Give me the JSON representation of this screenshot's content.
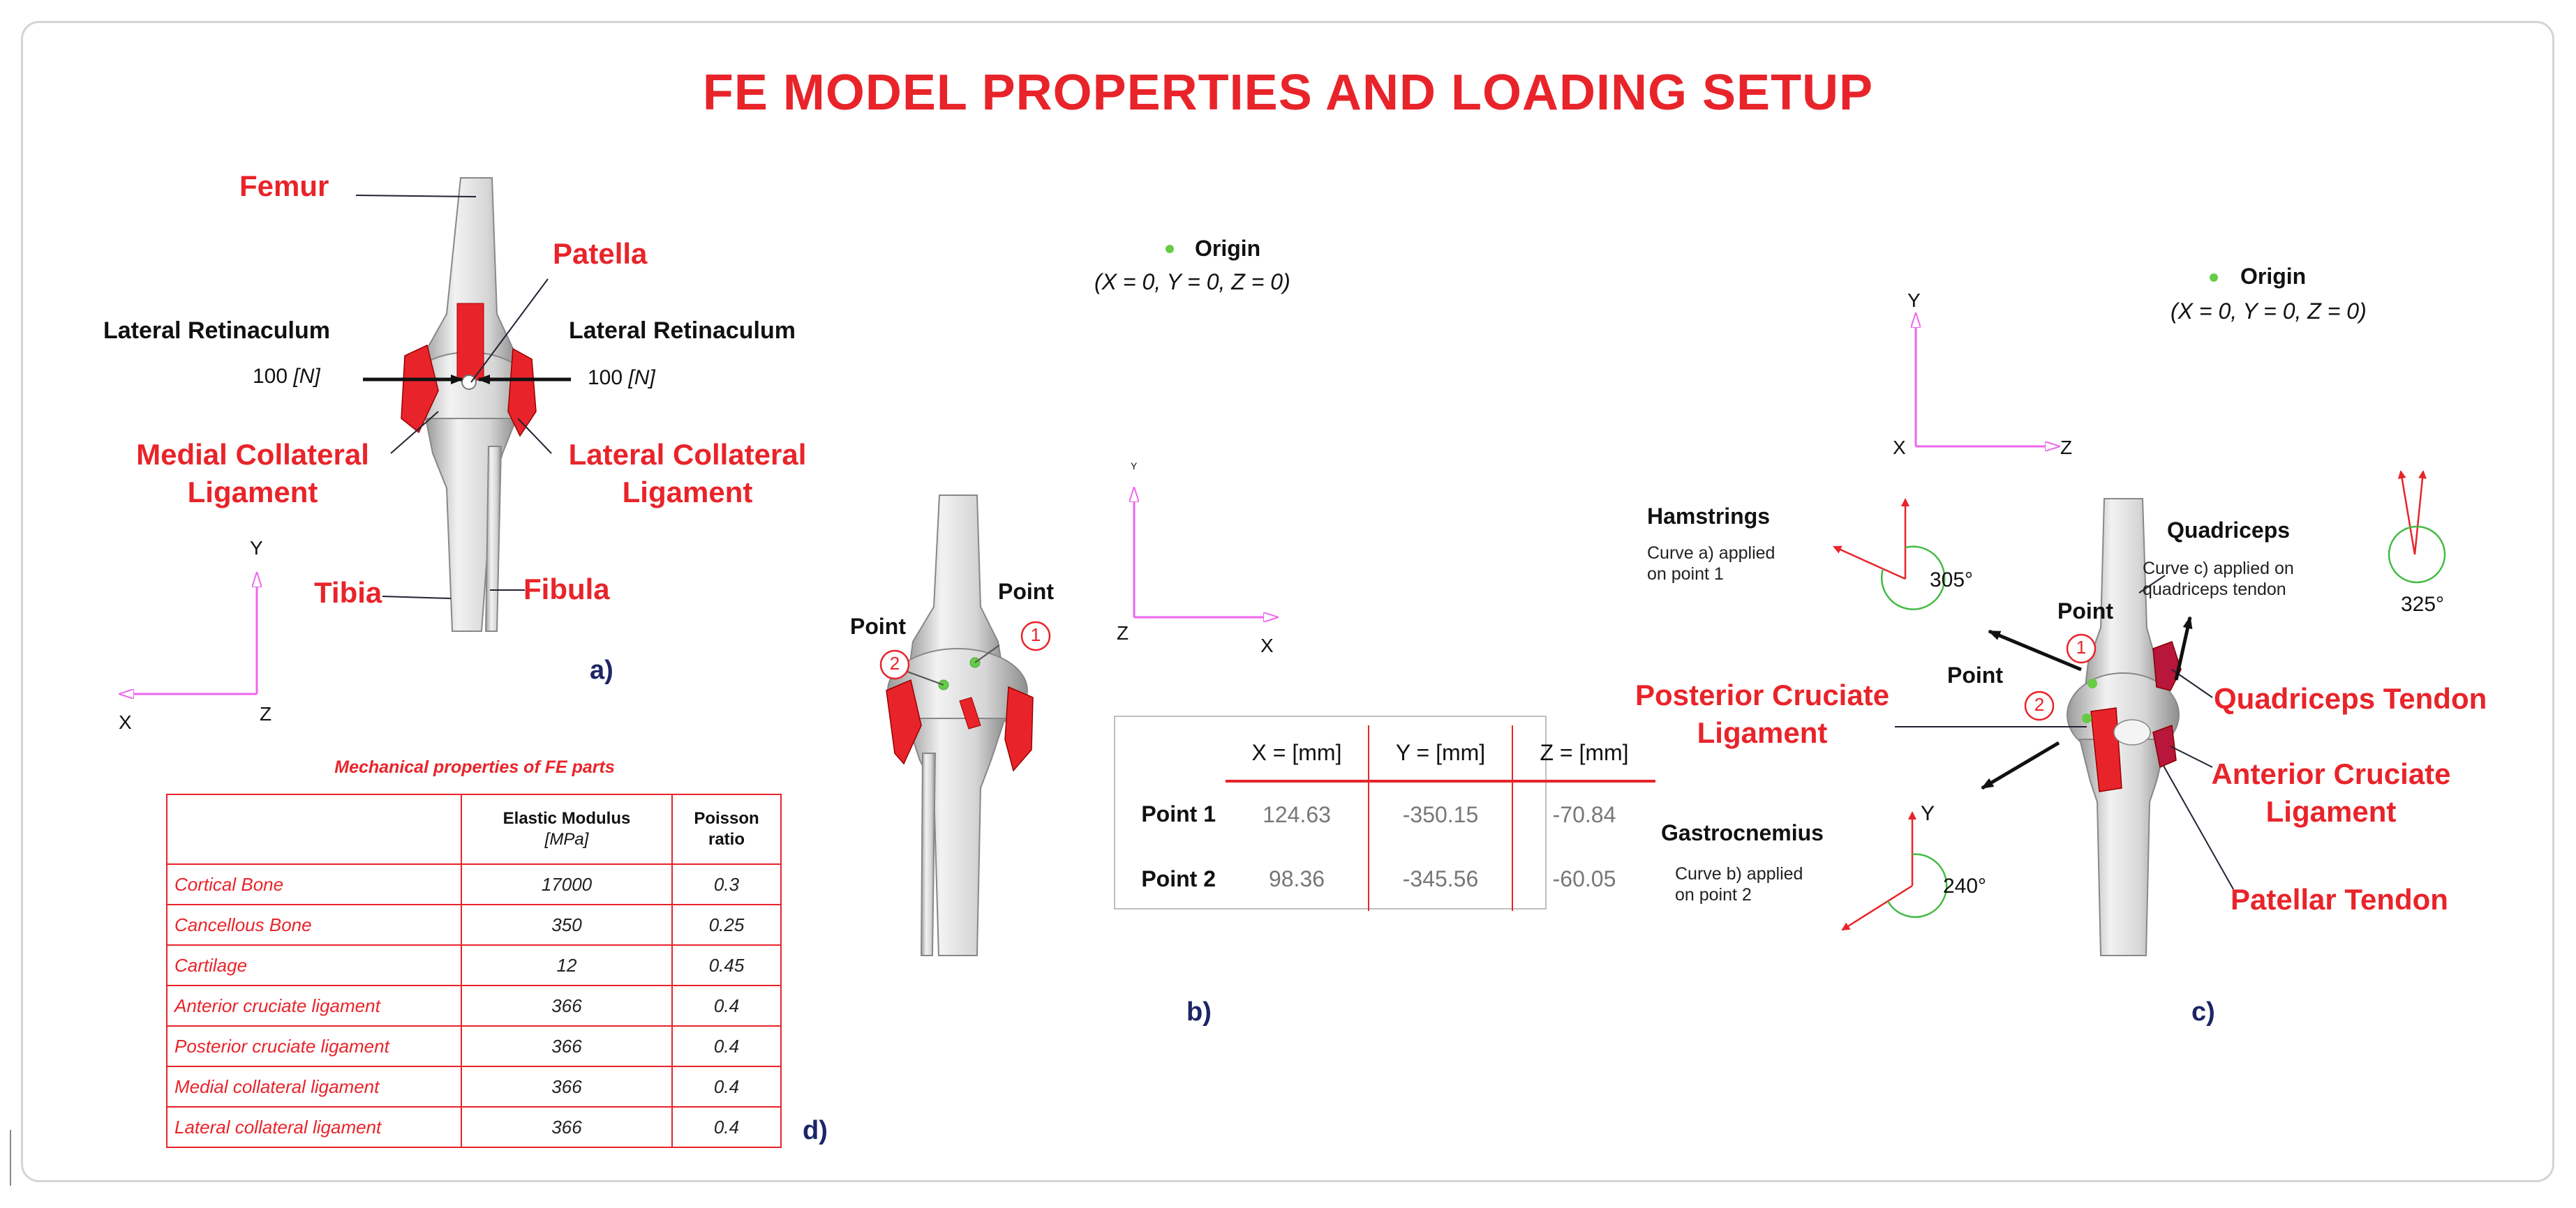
{
  "title": "FE MODEL PROPERTIES AND LOADING SETUP",
  "panel_a": {
    "femur": "Femur",
    "patella": "Patella",
    "lat_retinaculum_left": "Lateral Retinaculum",
    "lat_retinaculum_right": "Lateral Retinaculum",
    "force_left_value": "100",
    "force_right_value": "100",
    "force_unit": "[N]",
    "mcl_line1": "Medial Collateral",
    "mcl_line2": "Ligament",
    "lcl_line1": "Lateral Collateral",
    "lcl_line2": "Ligament",
    "tibia": "Tibia",
    "fibula": "Fibula",
    "axis_y": "Y",
    "axis_x": "X",
    "axis_z": "Z",
    "letter": "a)"
  },
  "panel_b": {
    "origin_label": "Origin",
    "origin_coord": "(X = 0, Y = 0, Z = 0)",
    "point_label_1": "Point",
    "point_label_2": "Point",
    "point_num_1": "1",
    "point_num_2": "2",
    "axis_y": "Y",
    "axis_z": "Z",
    "axis_x": "X",
    "table": {
      "headers": [
        "X = [mm]",
        "Y = [mm]",
        "Z = [mm]"
      ],
      "rows": [
        {
          "label": "Point 1",
          "x": "124.63",
          "y": "-350.15",
          "z": "-70.84"
        },
        {
          "label": "Point 2",
          "x": "98.36",
          "y": "-345.56",
          "z": "-60.05"
        }
      ]
    },
    "letter": "b)"
  },
  "panel_c": {
    "origin_label": "Origin",
    "origin_coord": "(X = 0, Y = 0, Z = 0)",
    "axis_y": "Y",
    "axis_x": "X",
    "axis_z": "Z",
    "hamstrings": "Hamstrings",
    "hamstrings_note_1": "Curve a) applied",
    "hamstrings_note_2": "on point 1",
    "hamstrings_angle": "305°",
    "quadriceps": "Quadriceps",
    "quadriceps_note_1": "Curve c) applied on",
    "quadriceps_note_2": "quadriceps tendon",
    "quadriceps_angle": "325°",
    "gastrocnemius": "Gastrocnemius",
    "gastrocnemius_note_1": "Curve b) applied",
    "gastrocnemius_note_2": "on point 2",
    "gastrocnemius_angle": "240°",
    "gastro_axis_y": "Y",
    "point_label_1": "Point",
    "point_label_2": "Point",
    "point_num_1": "1",
    "point_num_2": "2",
    "pcl_line1": "Posterior Cruciate",
    "pcl_line2": "Ligament",
    "quad_tendon": "Quadriceps Tendon",
    "acl_line1": "Anterior Cruciate",
    "acl_line2": "Ligament",
    "patellar_tendon": "Patellar Tendon",
    "letter": "c)"
  },
  "panel_d": {
    "title": "Mechanical properties of FE parts",
    "header_modulus_1": "Elastic Modulus",
    "header_modulus_2": "[MPa]",
    "header_poisson_1": "Poisson",
    "header_poisson_2": "ratio",
    "rows": [
      {
        "name": "Cortical Bone",
        "modulus": "17000",
        "poisson": "0.3"
      },
      {
        "name": "Cancellous Bone",
        "modulus": "350",
        "poisson": "0.25"
      },
      {
        "name": "Cartilage",
        "modulus": "12",
        "poisson": "0.45"
      },
      {
        "name": "Anterior cruciate ligament",
        "modulus": "366",
        "poisson": "0.4"
      },
      {
        "name": "Posterior cruciate ligament",
        "modulus": "366",
        "poisson": "0.4"
      },
      {
        "name": "Medial collateral ligament",
        "modulus": "366",
        "poisson": "0.4"
      },
      {
        "name": "Lateral collateral ligament",
        "modulus": "366",
        "poisson": "0.4"
      }
    ],
    "letter": "d)"
  },
  "colors": {
    "accent_red": "#e8242a",
    "bone_gray": "#d0d0d0",
    "axis_magenta": "#ee66ee",
    "point_green": "#66cc44",
    "angle_green": "#44bb44",
    "letter_navy": "#1b2566"
  }
}
